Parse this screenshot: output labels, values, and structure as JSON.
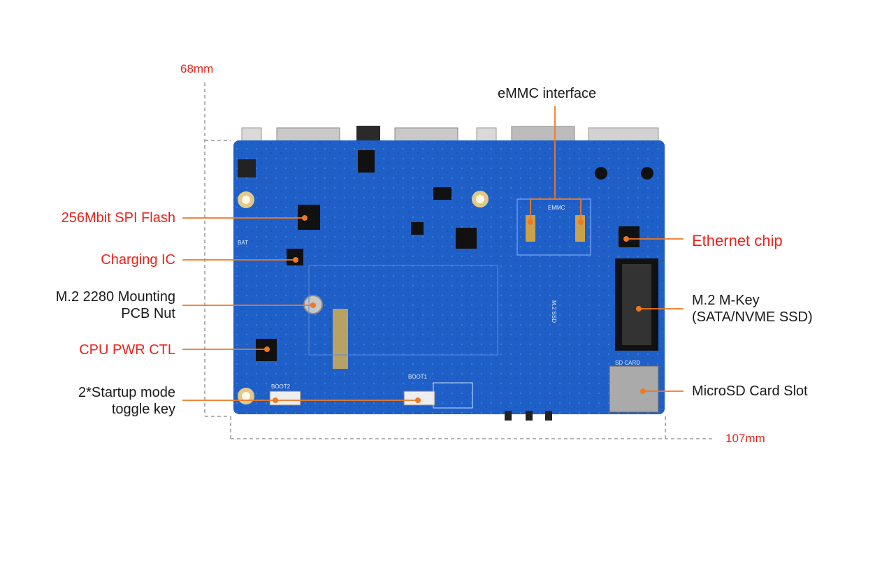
{
  "dimensions": {
    "height": "68mm",
    "width": "107mm"
  },
  "labels": {
    "emmc": "eMMC interface",
    "spi_flash": "256Mbit SPI Flash",
    "charging_ic": "Charging IC",
    "m2_nut_line1": "M.2 2280 Mounting",
    "m2_nut_line2": "PCB Nut",
    "cpu_pwr": "CPU PWR CTL",
    "startup_line1": "2*Startup mode",
    "startup_line2": "toggle key",
    "ethernet": "Ethernet chip",
    "m2_key_line1": "M.2 M-Key",
    "m2_key_line2": "(SATA/NVME SSD)",
    "microsd": "MicroSD Card Slot"
  },
  "board_silkscreen": {
    "emmc": "EMMC",
    "m2ssd": "M.2 SSD",
    "sdcard": "SD CARD",
    "boot1": "BOOT1",
    "boot2": "BOOT2",
    "bat": "BAT"
  },
  "colors": {
    "pcb": "#1f5fc8",
    "accent": "#e8231c",
    "leader": "#f07820"
  }
}
